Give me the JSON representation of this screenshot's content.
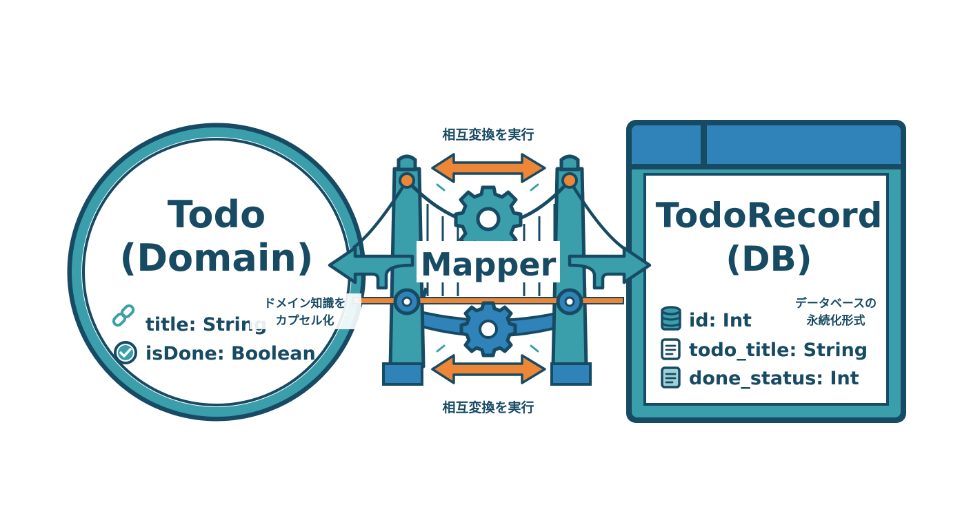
{
  "domain_entity": {
    "title": "Todo",
    "subtitle": "(Domain)",
    "note_line1": "ドメイン知識を",
    "note_line2": "カプセル化",
    "fields": [
      {
        "icon": "link-icon",
        "label": "title: String"
      },
      {
        "icon": "check-circle-icon",
        "label": "isDone: Boolean"
      }
    ]
  },
  "mapper": {
    "label": "Mapper",
    "top_caption": "相互変換を実行",
    "bottom_caption": "相互変換を実行"
  },
  "db_record": {
    "title": "TodoRecord",
    "subtitle": "(DB)",
    "note_line1": "データベースの",
    "note_line2": "永続化形式",
    "fields": [
      {
        "icon": "database-icon",
        "label": "id: Int"
      },
      {
        "icon": "document-icon",
        "label": "todo_title: String"
      },
      {
        "icon": "document-filled-icon",
        "label": "done_status: Int"
      }
    ]
  },
  "colors": {
    "navy": "#174a63",
    "teal": "#3a9eab",
    "blue": "#2f83b8",
    "orange": "#ee8638"
  }
}
